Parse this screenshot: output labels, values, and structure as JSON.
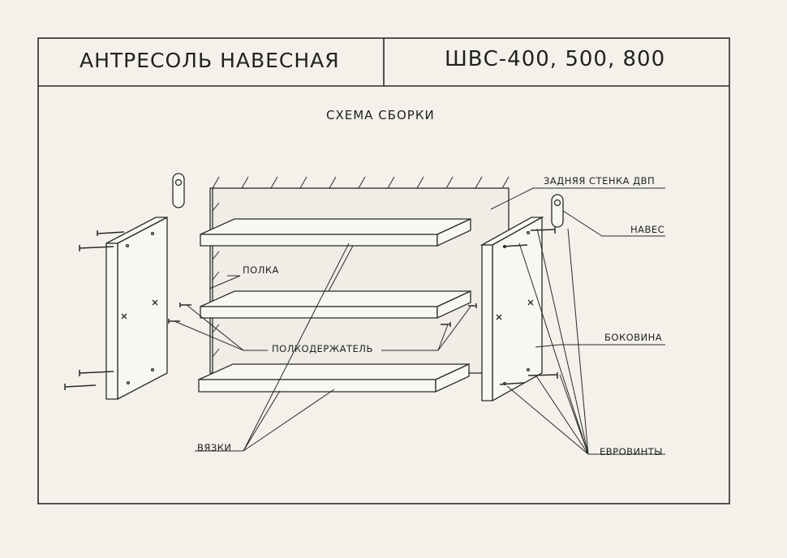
{
  "header": {
    "title": "АНТРЕСОЛЬ НАВЕСНАЯ",
    "model": "ШВС-400, 500, 800"
  },
  "scheme_title": "СХЕМА СБОРКИ",
  "labels": {
    "back_wall": "ЗАДНЯЯ СТЕНКА ДВП",
    "hanger": "НАВЕС",
    "shelf": "ПОЛКА",
    "shelf_holder": "ПОЛКОДЕРЖАТЕЛЬ",
    "side_panel": "БОКОВИНА",
    "ties": "ВЯЗКИ",
    "euroscrews": "ЕВРОВИНТЫ"
  },
  "colors": {
    "ink": "#2a2a2a",
    "paper": "#f3f1ea"
  }
}
